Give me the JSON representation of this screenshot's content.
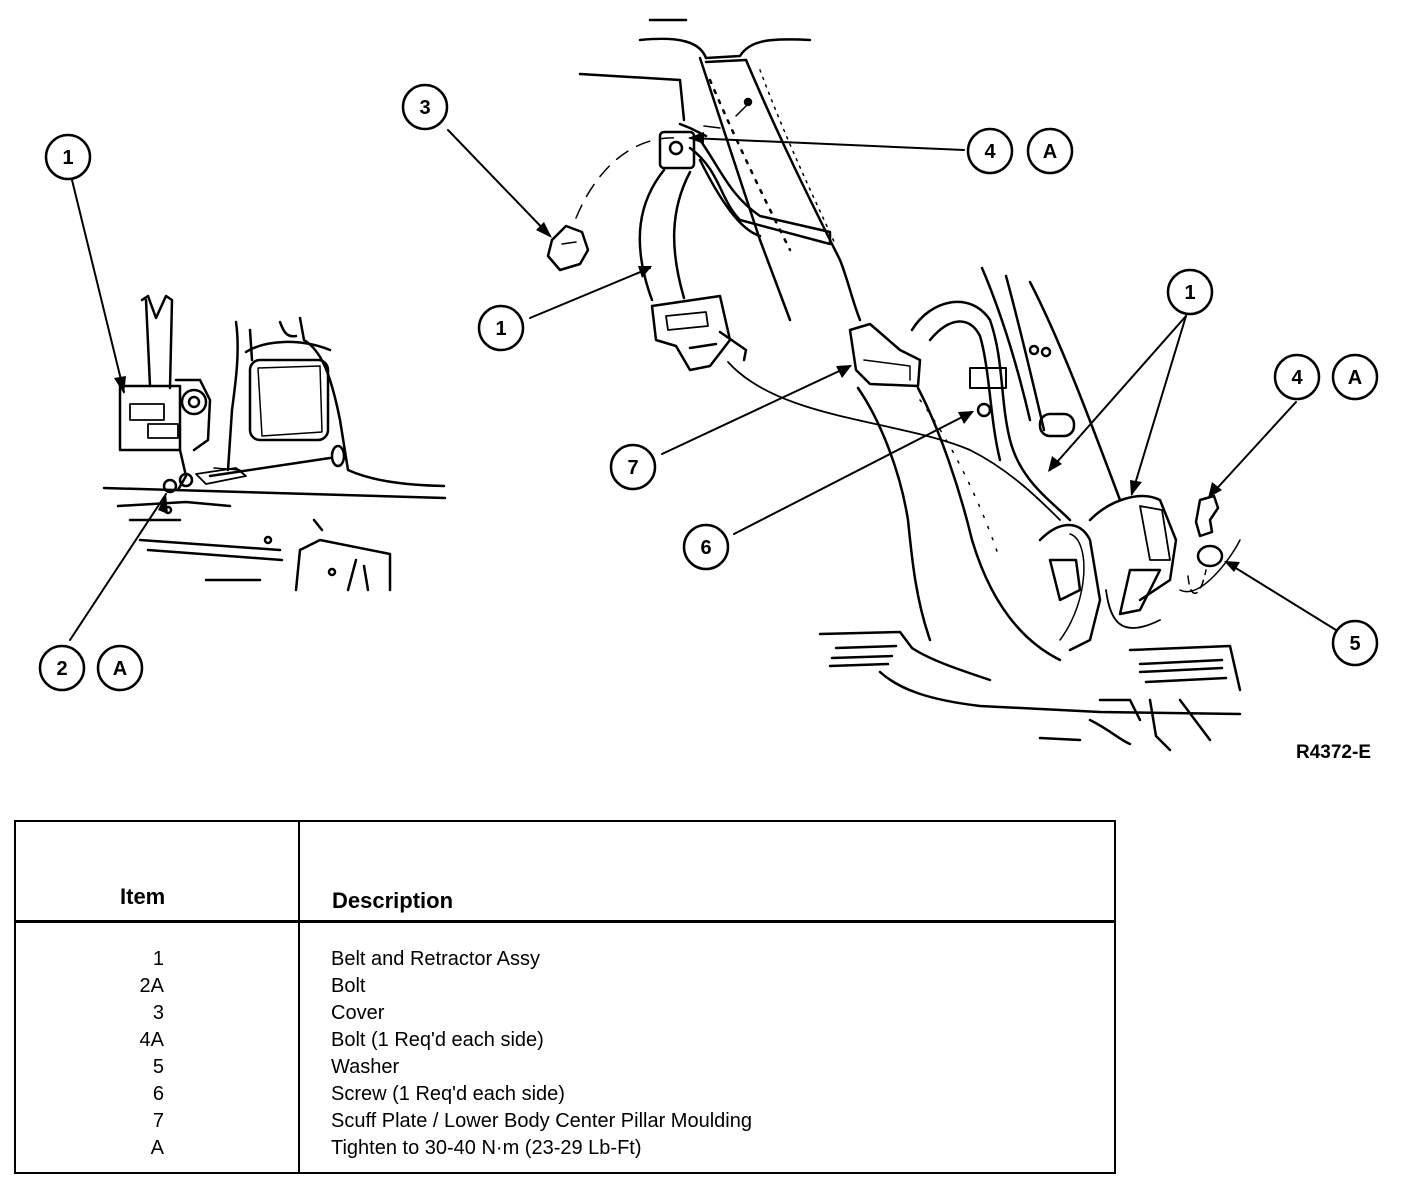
{
  "figure": {
    "callouts": [
      {
        "id": "c1-left",
        "label": "1"
      },
      {
        "id": "c2-left",
        "label": "2"
      },
      {
        "id": "cA-left",
        "label": "A"
      },
      {
        "id": "c3",
        "label": "3"
      },
      {
        "id": "c4-top",
        "label": "4"
      },
      {
        "id": "cA-top",
        "label": "A"
      },
      {
        "id": "c1-mid",
        "label": "1"
      },
      {
        "id": "c7",
        "label": "7"
      },
      {
        "id": "c6",
        "label": "6"
      },
      {
        "id": "c1-right",
        "label": "1"
      },
      {
        "id": "c4-right",
        "label": "4"
      },
      {
        "id": "cA-right",
        "label": "A"
      },
      {
        "id": "c5",
        "label": "5"
      }
    ],
    "figure_id": "R4372-E"
  },
  "table": {
    "header_item": "Item",
    "header_description": "Description",
    "rows": [
      {
        "item": "1",
        "description": "Belt and Retractor Assy"
      },
      {
        "item": "2A",
        "description": "Bolt"
      },
      {
        "item": "3",
        "description": "Cover"
      },
      {
        "item": "4A",
        "description": "Bolt (1 Req'd each side)"
      },
      {
        "item": "5",
        "description": "Washer"
      },
      {
        "item": "6",
        "description": "Screw (1 Req'd each side)"
      },
      {
        "item": "7",
        "description": "Scuff Plate / Lower Body Center Pillar Moulding"
      },
      {
        "item": "A",
        "description": "Tighten to 30-40 N·m (23-29 Lb-Ft)"
      }
    ]
  }
}
